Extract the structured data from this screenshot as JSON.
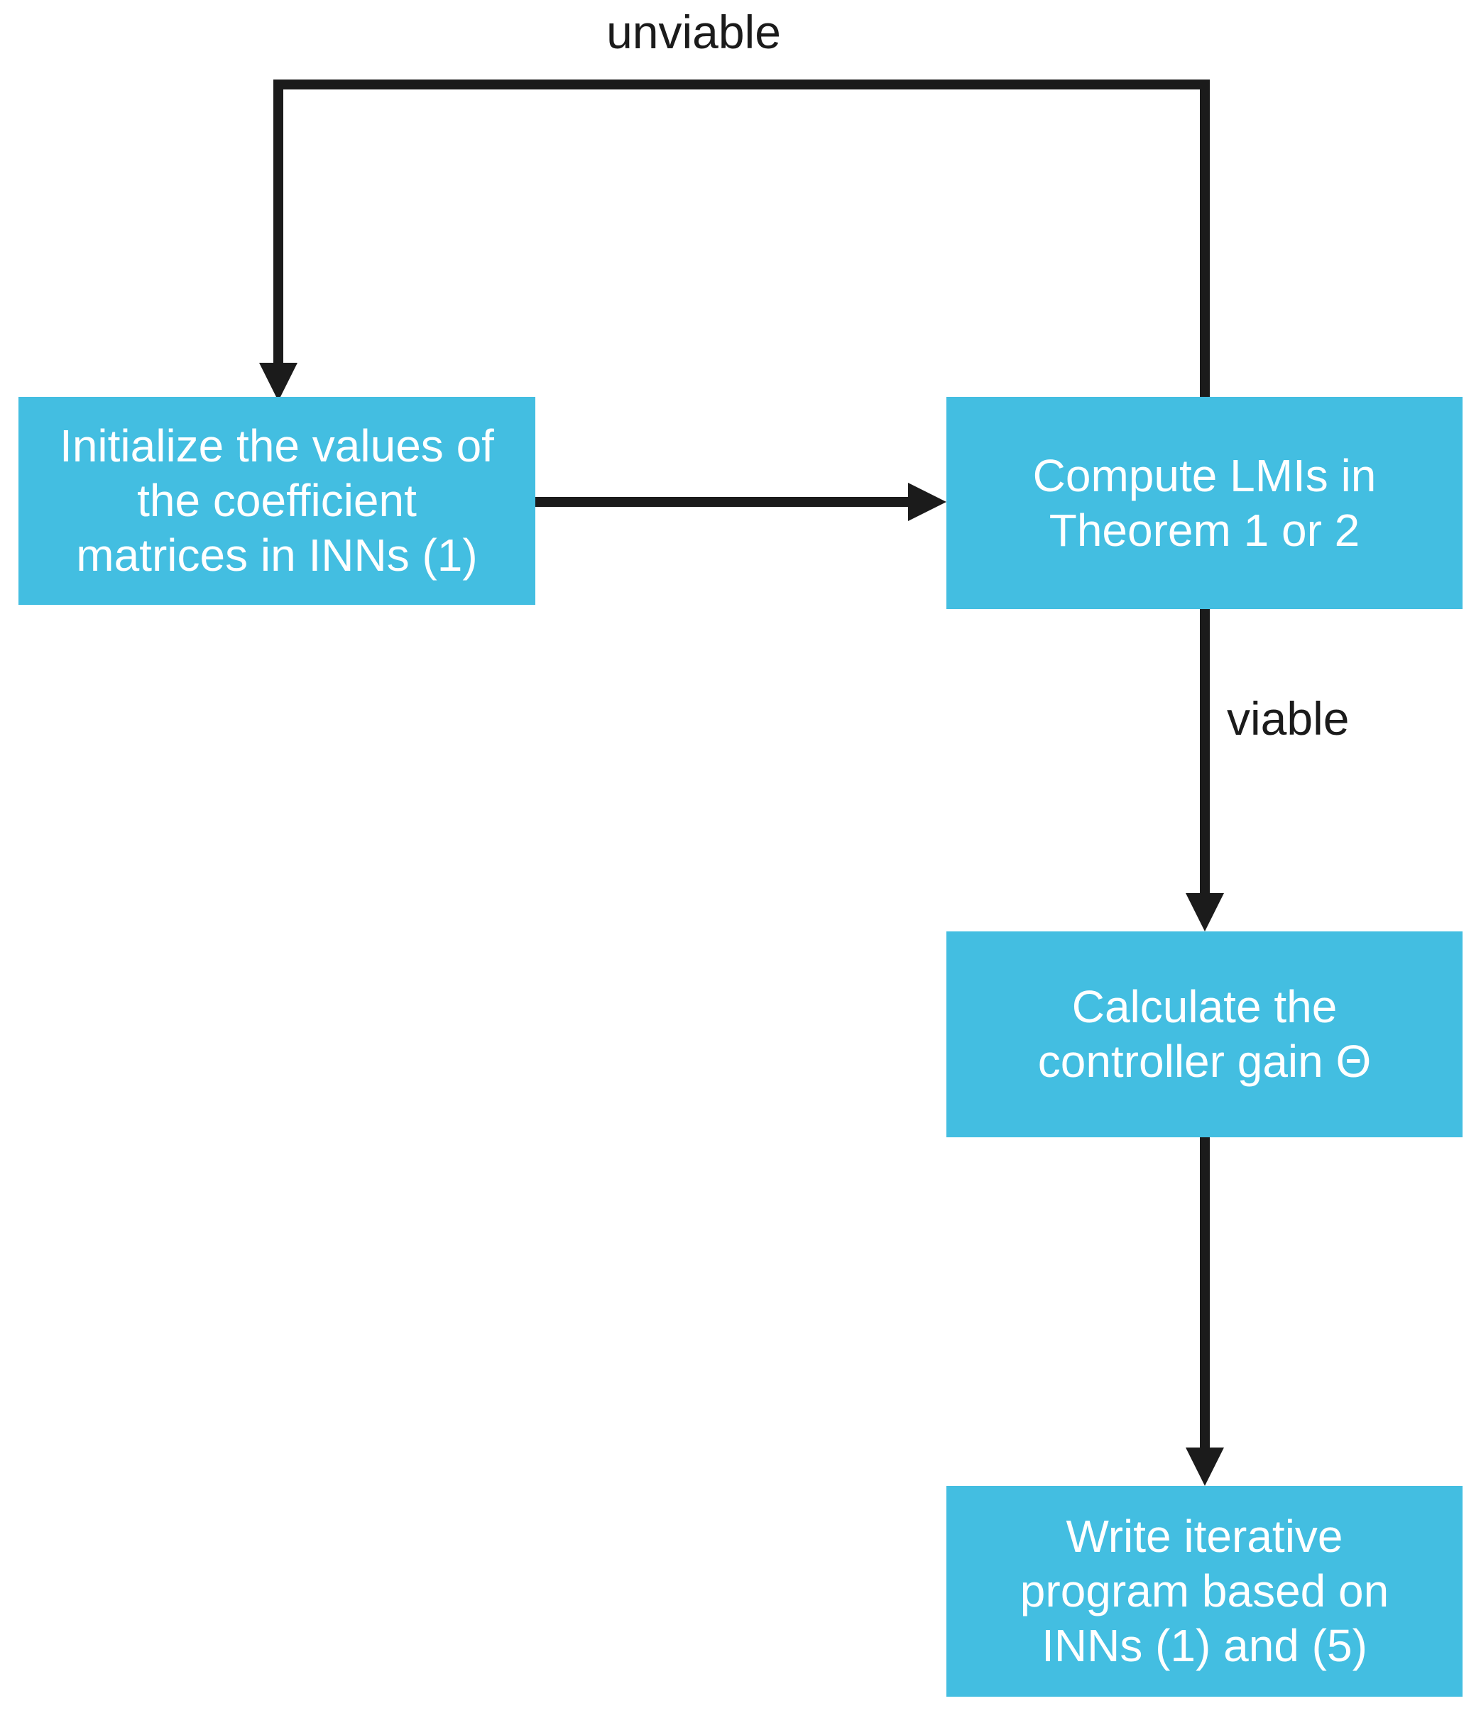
{
  "diagram": {
    "colors": {
      "background": "#ffffff",
      "node_fill": "#43bee1",
      "node_text": "#ffffff",
      "line": "#1b1b1b"
    },
    "nodes": [
      {
        "id": "initialize",
        "text": "Initialize the values of\nthe coefficient\nmatrices in INNs (1)"
      },
      {
        "id": "compute-lmis",
        "text": "Compute LMIs in\nTheorem 1 or 2"
      },
      {
        "id": "controller-gain",
        "text": "Calculate the\ncontroller gain Θ"
      },
      {
        "id": "iterative-program",
        "text": "Write iterative\nprogram based on\nINNs (1) and (5)"
      }
    ],
    "edge_labels": {
      "unviable": "unviable",
      "viable": "viable"
    }
  }
}
